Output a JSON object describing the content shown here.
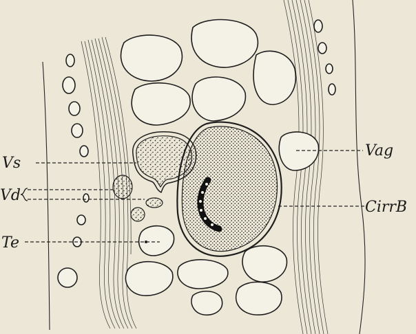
{
  "labels": {
    "vs": "Vs",
    "vd": "Vd",
    "te": "Te",
    "vag": "Vag",
    "cirrb": "CirrB"
  },
  "colors": {
    "paper": "#ece7d6",
    "ink": "#1d1d1d",
    "cell_fill": "#f4f1e6"
  }
}
